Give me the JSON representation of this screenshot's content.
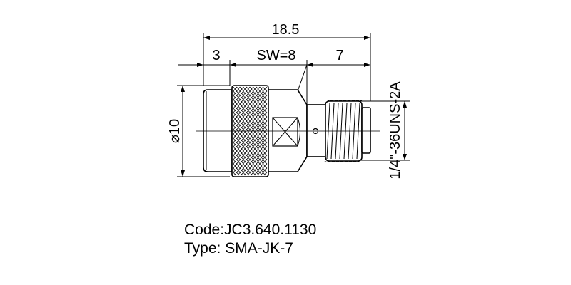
{
  "drawing": {
    "dimensions": {
      "overall_length": "18.5",
      "front_length": "3",
      "wrench_size": "SW=8",
      "thread_length": "7",
      "diameter": "⌀10",
      "thread_spec": "1/4\"-36UNS-2A"
    },
    "line_color": "#000000"
  },
  "caption": {
    "code": "Code:JC3.640.1130",
    "type": "Type: SMA-JK-7"
  }
}
